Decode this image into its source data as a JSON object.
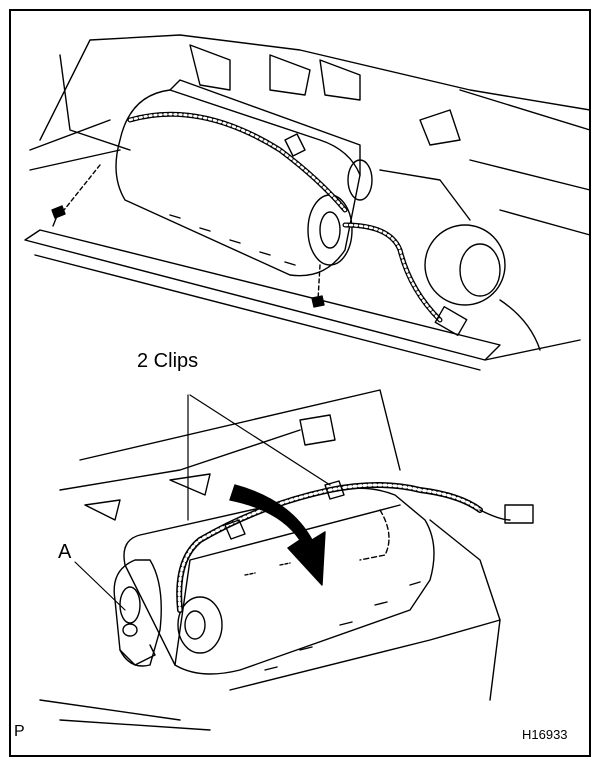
{
  "figure": {
    "callouts": {
      "clips": "2 Clips",
      "part_a": "A"
    },
    "corner_mark": "P",
    "figure_code": "H16933",
    "colors": {
      "line": "#000000",
      "background": "#ffffff"
    },
    "icons": [
      "rotation-arrow-icon",
      "bolt-icon",
      "connector-icon"
    ]
  }
}
